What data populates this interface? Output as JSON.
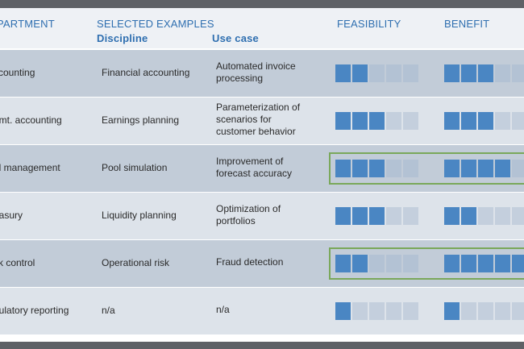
{
  "header": {
    "department": "PARTMENT",
    "selected_examples": "SELECTED EXAMPLES",
    "discipline": "Discipline",
    "use_case": "Use case",
    "feasibility": "FEASIBILITY",
    "benefit": "BENEFIT"
  },
  "rows": [
    {
      "department": "ccounting",
      "discipline": "Financial accounting",
      "use_case": [
        "Automated invoice",
        "processing"
      ],
      "feasibility": 2,
      "benefit": 3,
      "highlight": false
    },
    {
      "department": "gmt. accounting",
      "discipline": "Earnings planning",
      "use_case": [
        "Parameterization of",
        "scenarios for",
        "customer behavior"
      ],
      "feasibility": 3,
      "benefit": 3,
      "highlight": false
    },
    {
      "department": "ol management",
      "discipline": "Pool simulation",
      "use_case": [
        "Improvement of",
        "forecast accuracy"
      ],
      "feasibility": 3,
      "benefit": 4,
      "highlight": true
    },
    {
      "department": "easury",
      "discipline": "Liquidity planning",
      "use_case": [
        "Optimization of",
        "portfolios"
      ],
      "feasibility": 3,
      "benefit": 2,
      "highlight": false
    },
    {
      "department": "sk control",
      "discipline": "Operational risk",
      "use_case": [
        "Fraud detection"
      ],
      "feasibility": 2,
      "benefit": 5,
      "highlight": true
    },
    {
      "department": "gulatory reporting",
      "discipline": "n/a",
      "use_case": [
        "n/a"
      ],
      "feasibility": 1,
      "benefit": 1,
      "highlight": false
    }
  ],
  "colors": {
    "bar_on": "#4a86c3",
    "bar_off": "#b3c2d4",
    "highlight": "#7aa85a",
    "header_text": "#2f6fb0"
  },
  "scale_max": 5
}
